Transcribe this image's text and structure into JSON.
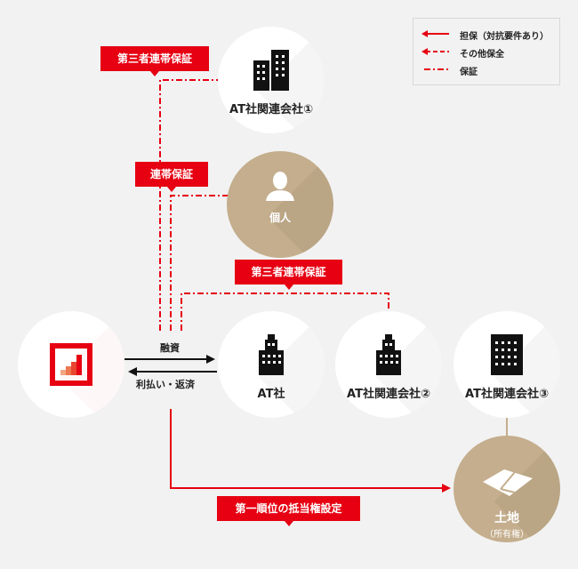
{
  "legend": {
    "items": [
      {
        "label": "担保（対抗要件あり）"
      },
      {
        "label": "その他保全"
      },
      {
        "label": "保証"
      }
    ]
  },
  "nodes": {
    "affiliate1": "AT社関連会社①",
    "individual": "個人",
    "at": "AT社",
    "affiliate2": "AT社関連会社②",
    "affiliate3": "AT社関連会社③",
    "land": "土地",
    "land_sub": "（所有権）"
  },
  "tags": {
    "third_party_guarantee_1": "第三者連帯保証",
    "joint_guarantee": "連帯保証",
    "third_party_guarantee_2": "第三者連帯保証",
    "first_mortgage": "第一順位の抵当権設定"
  },
  "flows": {
    "loan": "融資",
    "repayment": "利払い・返済"
  },
  "colors": {
    "red": "#e60012",
    "tan": "#c4ae8d",
    "bg": "#f2f2f2"
  }
}
